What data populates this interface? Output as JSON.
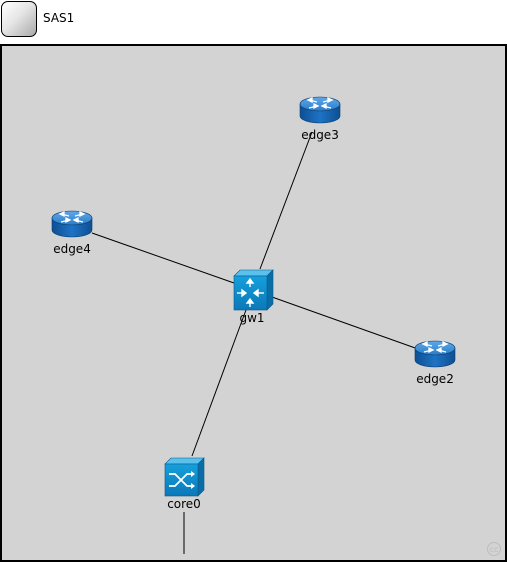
{
  "autonomous_system": {
    "label": "SAS1",
    "icon": "as-square-icon"
  },
  "nodes": [
    {
      "id": "edge3",
      "label": "edge3",
      "type": "router",
      "icon": "router-icon"
    },
    {
      "id": "edge4",
      "label": "edge4",
      "type": "router",
      "icon": "router-icon"
    },
    {
      "id": "gw1",
      "label": "gw1",
      "type": "layer3-switch",
      "icon": "l3-switch-icon"
    },
    {
      "id": "edge2",
      "label": "edge2",
      "type": "router",
      "icon": "router-icon"
    },
    {
      "id": "core0",
      "label": "core0",
      "type": "atm-switch",
      "icon": "cross-switch-icon"
    }
  ],
  "links": [
    {
      "from": "gw1",
      "to": "edge3"
    },
    {
      "from": "gw1",
      "to": "edge4"
    },
    {
      "from": "gw1",
      "to": "edge2"
    },
    {
      "from": "gw1",
      "to": "core0"
    },
    {
      "from": "core0",
      "to": "external"
    }
  ],
  "colors": {
    "canvas_bg": "#d3d3d3",
    "router_blue": "#1f6fbf",
    "switch_blue": "#0f86c5",
    "link": "#000000"
  },
  "watermark_icon": "cc-icon"
}
